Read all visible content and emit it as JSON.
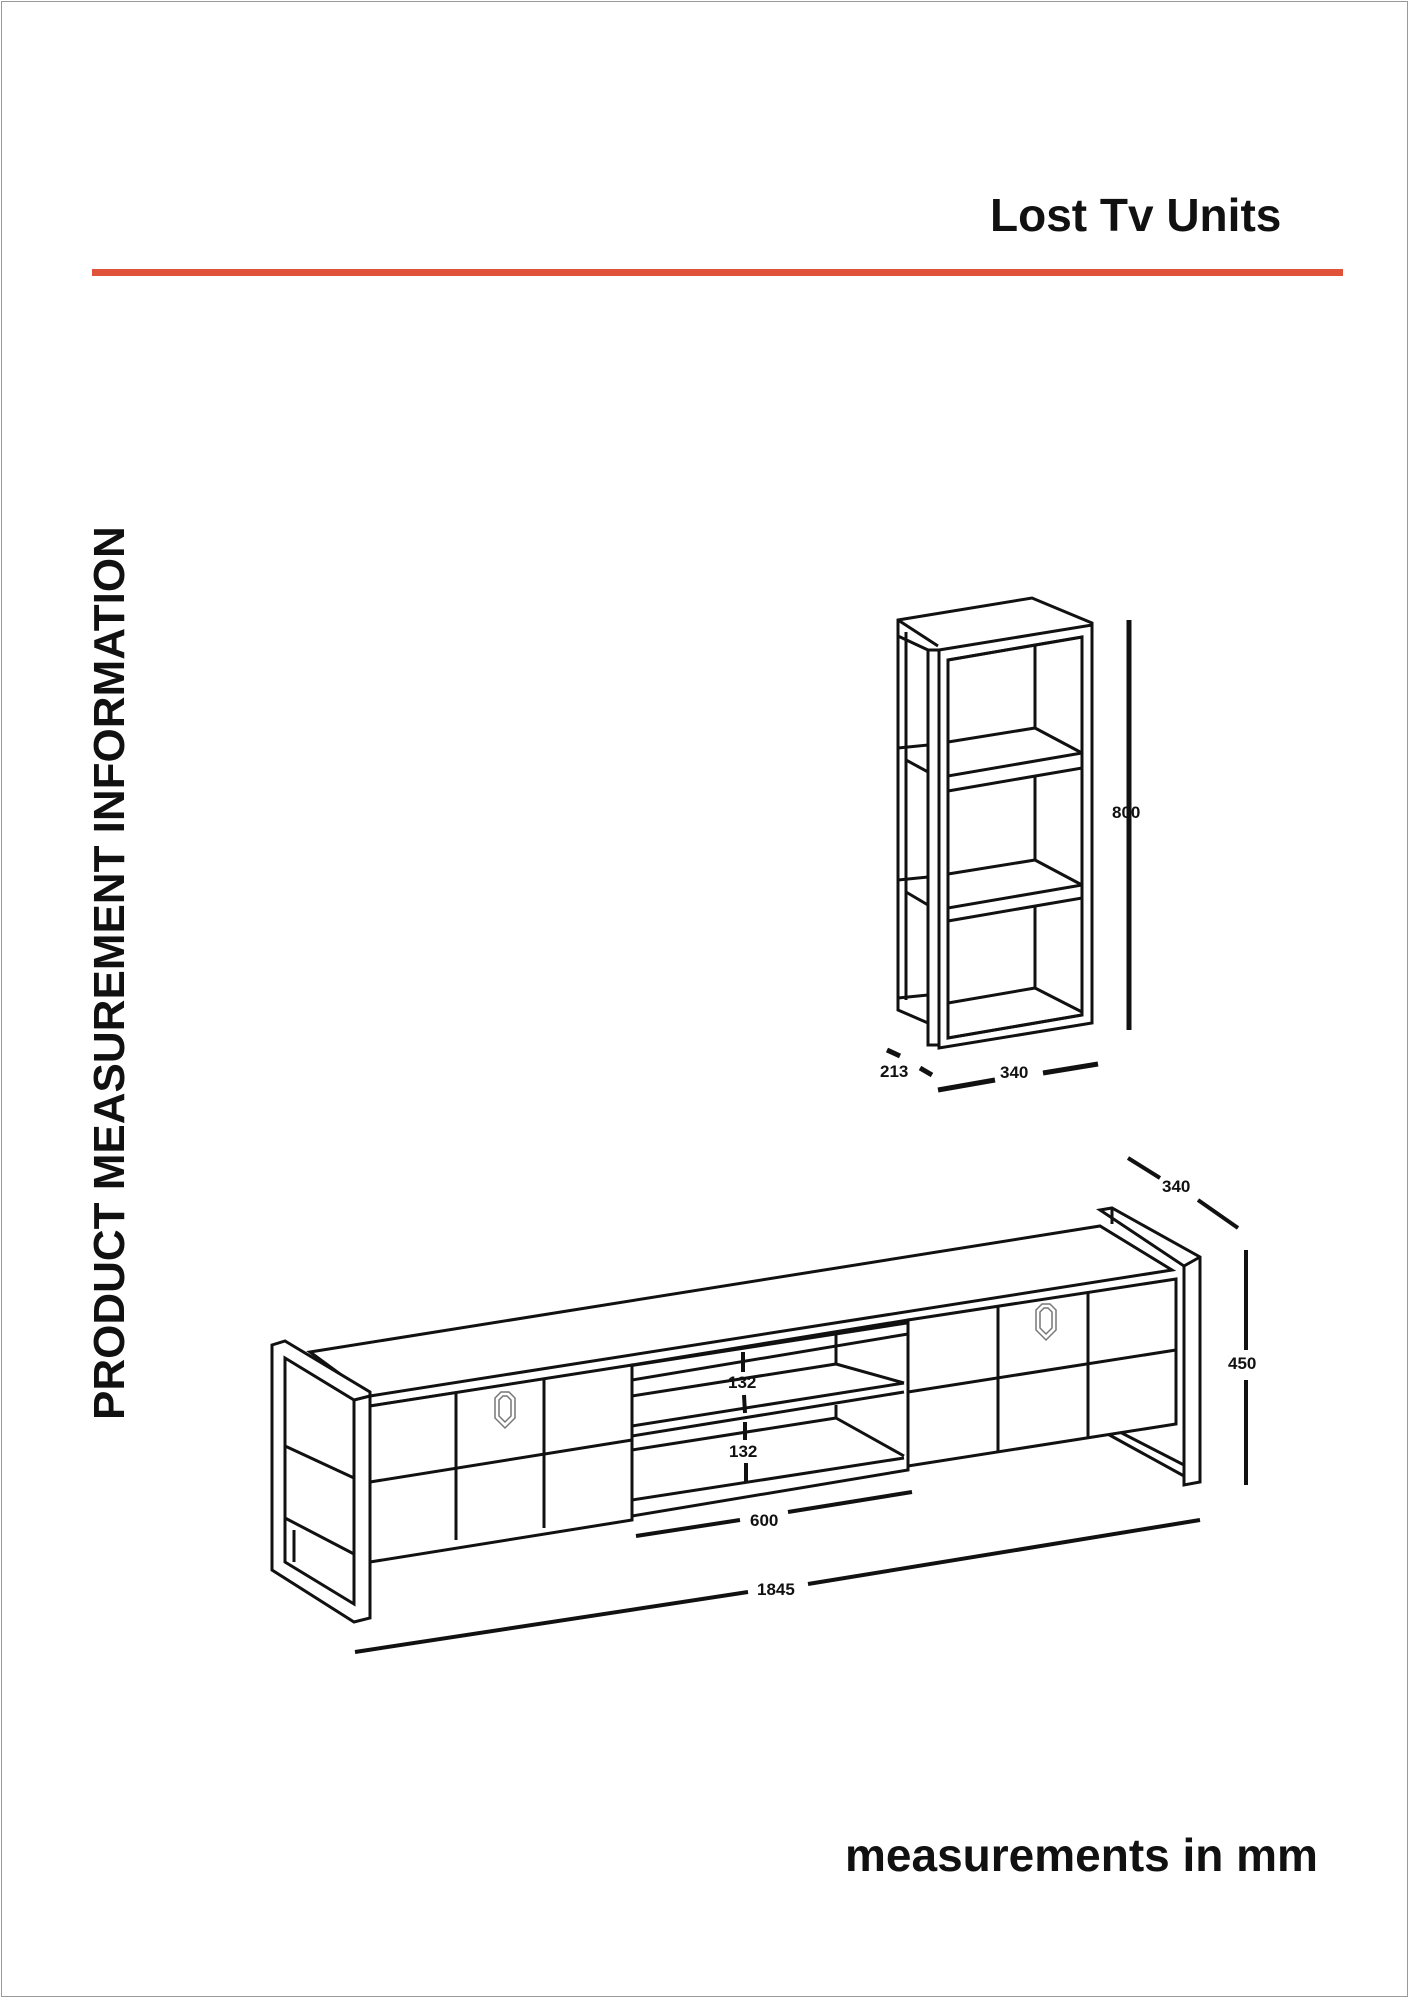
{
  "header": {
    "title": "Lost Tv Units",
    "accent_color": "#e0533a"
  },
  "side_heading": "PRODUCT MEASUREMENT INFORMATION",
  "footer": {
    "caption": "measurements in mm"
  },
  "shelf_unit": {
    "height": "800",
    "width": "340",
    "depth": "213"
  },
  "tv_unit": {
    "depth": "340",
    "height": "450",
    "upper_compartment_height": "132",
    "lower_compartment_height": "132",
    "open_section_width": "600",
    "total_width": "1845"
  }
}
